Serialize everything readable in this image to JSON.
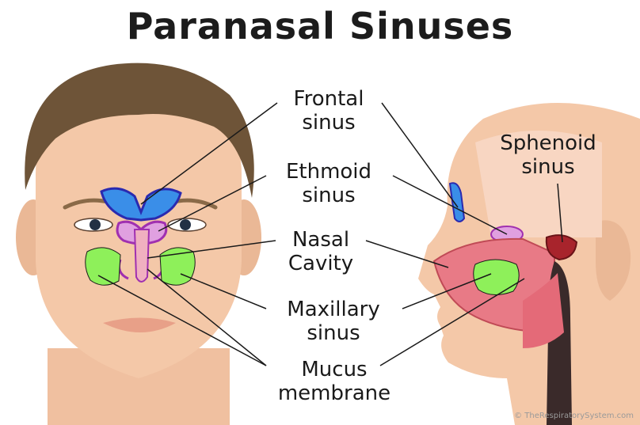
{
  "title": "Paranasal Sinuses",
  "labels": {
    "frontal_line1": "Frontal",
    "frontal_line2": "sinus",
    "ethmoid_line1": "Ethmoid",
    "ethmoid_line2": "sinus",
    "nasal_line1": "Nasal",
    "nasal_line2": "Cavity",
    "maxillary_line1": "Maxillary",
    "maxillary_line2": "sinus",
    "mucus_line1": "Mucus",
    "mucus_line2": "membrane",
    "sphenoid_line1": "Sphenoid",
    "sphenoid_line2": "sinus"
  },
  "credit": "© TheRespiratorySystem.com",
  "colors": {
    "skin": "#f4c8a8",
    "hair": "#6e5438",
    "frontal": "#3a8ee8",
    "ethmoid": "#c050c0",
    "maxillary": "#8ef05a",
    "cavity": "#e87a86",
    "sphenoid": "#a8242c",
    "airway": "#3a2a2a"
  }
}
